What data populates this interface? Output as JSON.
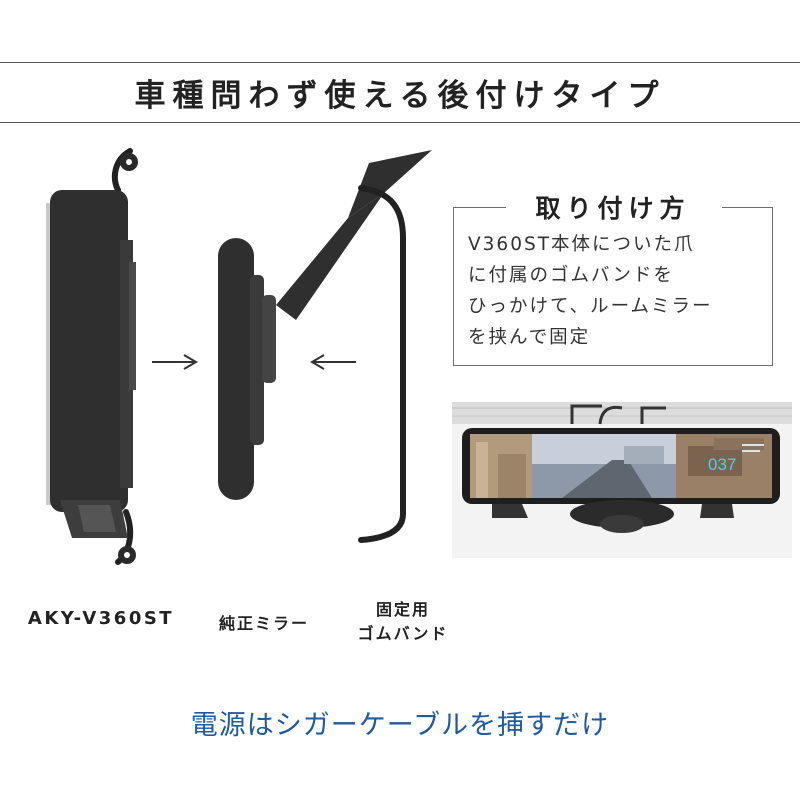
{
  "heading": "車種問わず使える後付けタイプ",
  "info": {
    "title": "取り付け方",
    "lines": [
      "V360ST本体についた爪",
      "に付属のゴムバンドを",
      "ひっかけて、ルームミラー",
      "を挟んで固定"
    ]
  },
  "photo": {
    "speed": "037"
  },
  "labels": {
    "device": "AKY-V360ST",
    "mirror": "純正ミラー",
    "band_line1": "固定用",
    "band_line2": "ゴムバンド"
  },
  "footer": "電源はシガーケーブルを挿すだけ",
  "colors": {
    "footer_text": "#1f5ba0",
    "device_body": "#2f2f2f",
    "rule": "#5a5a5a"
  }
}
